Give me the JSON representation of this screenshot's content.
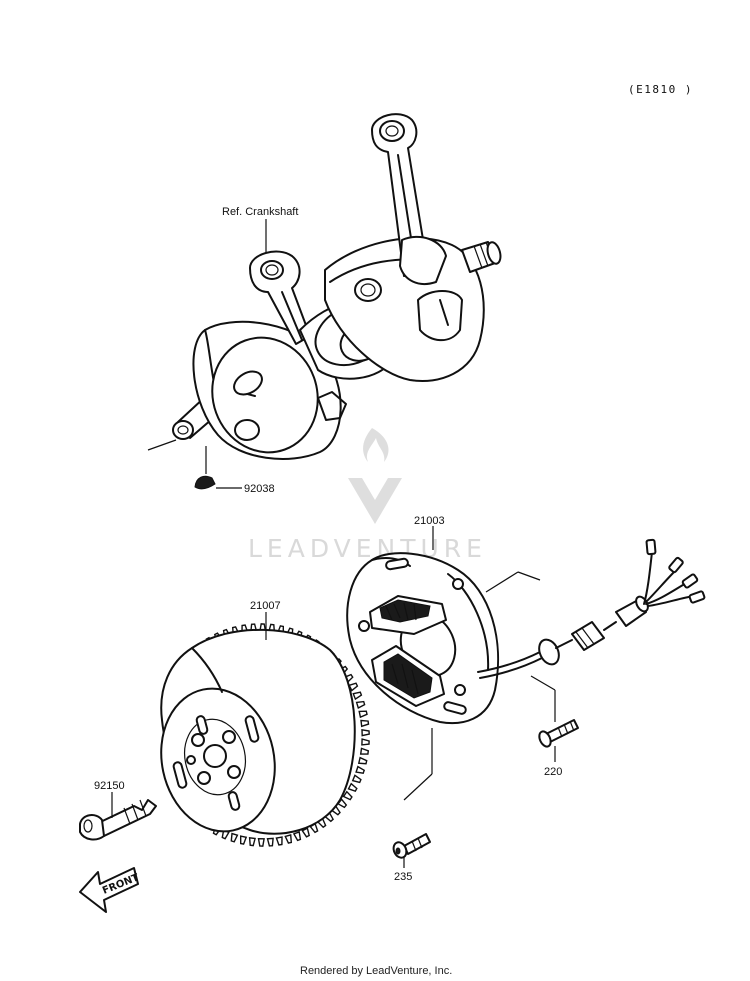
{
  "diagram": {
    "code": "(E1810 )",
    "watermark": "LEADVENTURE",
    "footer": "Rendered by LeadVenture, Inc.",
    "front_label": "FRONT",
    "labels": {
      "ref_crankshaft": "Ref. Crankshaft",
      "p92038": "92038",
      "p21003": "21003",
      "p21007": "21007",
      "p92150": "92150",
      "p220": "220",
      "p235": "235"
    }
  }
}
